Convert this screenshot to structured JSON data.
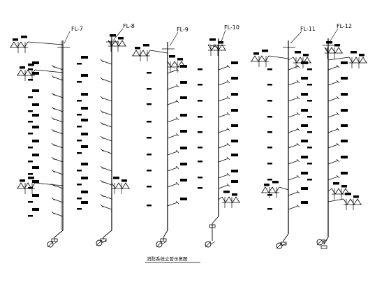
{
  "diagram": {
    "risers": [
      {
        "label": "FL-7"
      },
      {
        "label": "FL-8"
      },
      {
        "label": "FL-9"
      },
      {
        "label": "FL-10"
      },
      {
        "label": "FL-11"
      },
      {
        "label": "FL-12"
      }
    ],
    "caption": "消防系统立管示意图",
    "colors": {
      "ink": "#000000",
      "background": "#ffffff"
    },
    "icons": {
      "base": "valve-icon"
    }
  }
}
